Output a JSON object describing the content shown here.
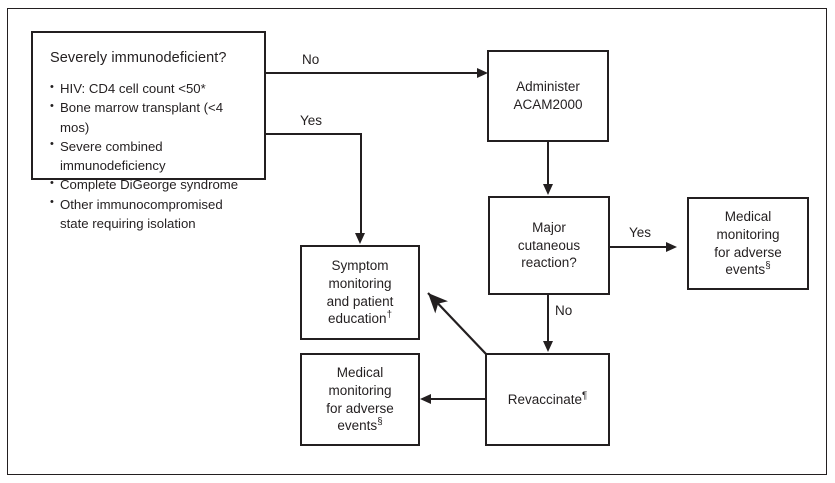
{
  "figure": {
    "type": "flowchart",
    "orientation": "left-to-right",
    "background": "#ffffff",
    "line_color": "#231f20",
    "text_color": "#231f20"
  },
  "nodes": {
    "criteria": {
      "title": "Severely immunodeficient?",
      "bullets": [
        "HIV: CD4 cell count <50*",
        "Bone marrow transplant (<4 mos)",
        "Severe combined immunodeficiency",
        "Complete DiGeorge syndrome",
        "Other immunocompromised\nstate requiring isolation"
      ]
    },
    "administer": {
      "line1": "Administer",
      "line2": "ACAM2000"
    },
    "major_reaction": {
      "line1": "Major",
      "line2": "cutaneous",
      "line3": "reaction?"
    },
    "medical_right": {
      "line1": "Medical",
      "line2": "monitoring",
      "line3": "for adverse",
      "line4": "events",
      "marker": "§"
    },
    "symptom": {
      "line1": "Symptom",
      "line2": "monitoring",
      "line3": "and patient",
      "line4": "education",
      "marker": "†"
    },
    "medical_bottom": {
      "line1": "Medical",
      "line2": "monitoring",
      "line3": "for adverse",
      "line4": "events",
      "marker": "§"
    },
    "revaccinate": {
      "label": "Revaccinate",
      "marker": "¶"
    }
  },
  "edges": {
    "criteria_to_administer": "No",
    "criteria_to_symptom": "Yes",
    "reaction_to_medical_right": "Yes",
    "reaction_to_revaccinate": "No"
  }
}
